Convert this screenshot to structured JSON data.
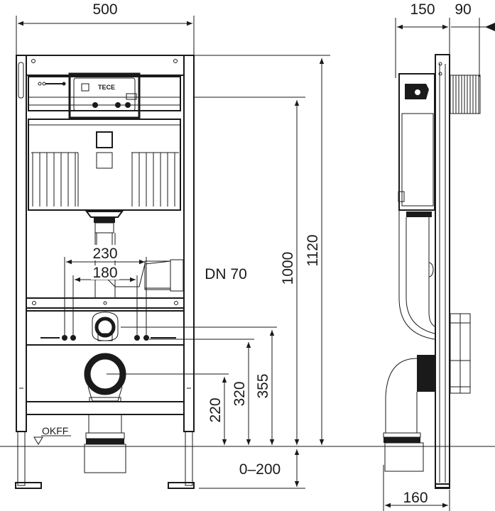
{
  "title": "Installation frame technical drawing",
  "front_view": {
    "width_dim": "500",
    "height_dims": {
      "total": "1120",
      "actuator": "1000",
      "upper_connection": "355",
      "feed_connection": "320",
      "drain_center": "220",
      "adjust_range": "0–200"
    },
    "horizontal_dims": {
      "outer_spacing": "230",
      "inner_spacing": "180"
    },
    "pipe_label": "DN 70",
    "floor_label": "OKFF",
    "brand_mark": "TECE"
  },
  "side_view": {
    "depth_dim": "150",
    "actuator_depth_dim": "90",
    "bottom_dim": "160"
  },
  "colors": {
    "line": "#1a1a1a",
    "background": "#ffffff"
  }
}
